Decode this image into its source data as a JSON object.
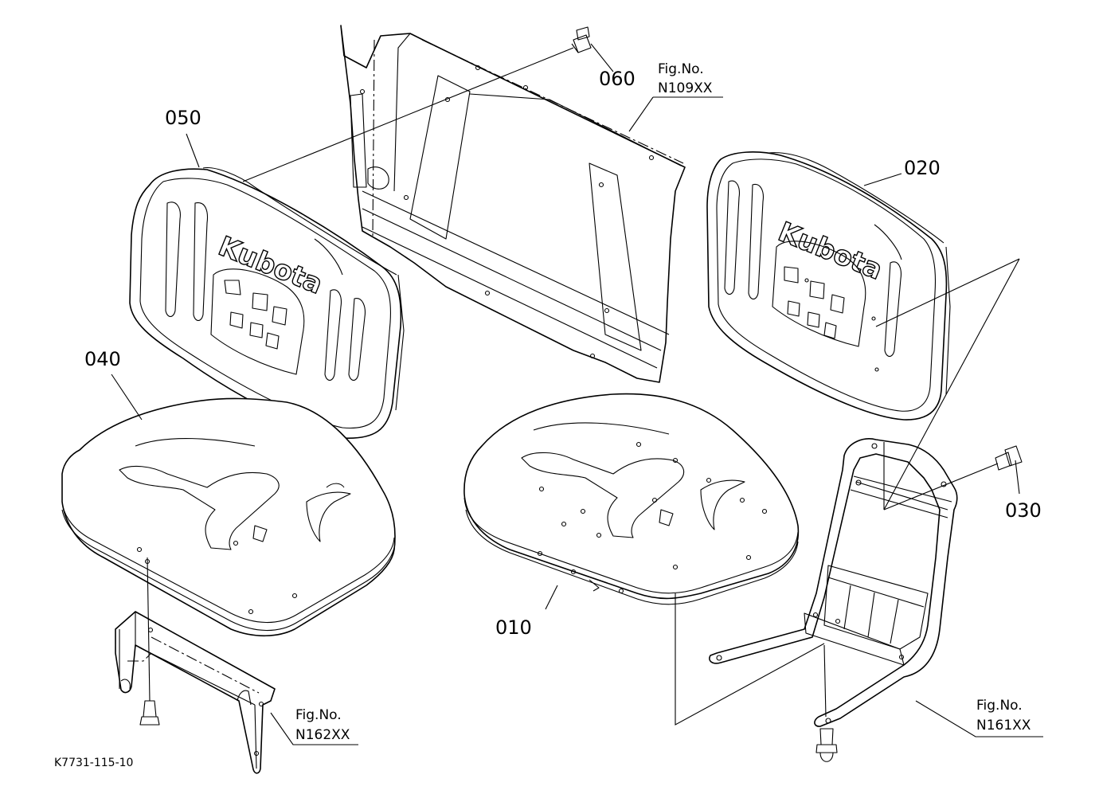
{
  "diagram": {
    "parts": [
      {
        "id": "p010",
        "label": "010",
        "icon": "seat-cushion-right"
      },
      {
        "id": "p020",
        "label": "020",
        "icon": "seat-backrest-right"
      },
      {
        "id": "p030",
        "label": "030",
        "icon": "bolt"
      },
      {
        "id": "p040",
        "label": "040",
        "icon": "seat-cushion-left"
      },
      {
        "id": "p050",
        "label": "050",
        "icon": "seat-backrest-left"
      },
      {
        "id": "p060",
        "label": "060",
        "icon": "bolt"
      }
    ],
    "figure_refs": [
      {
        "id": "n109",
        "prefix": "Fig.No.",
        "number": "N109XX"
      },
      {
        "id": "n162",
        "prefix": "Fig.No.",
        "number": "N162XX"
      },
      {
        "id": "n161",
        "prefix": "Fig.No.",
        "number": "N161XX"
      }
    ],
    "brand_logo": "Kubota",
    "diagram_code": "K7731-115-10"
  }
}
